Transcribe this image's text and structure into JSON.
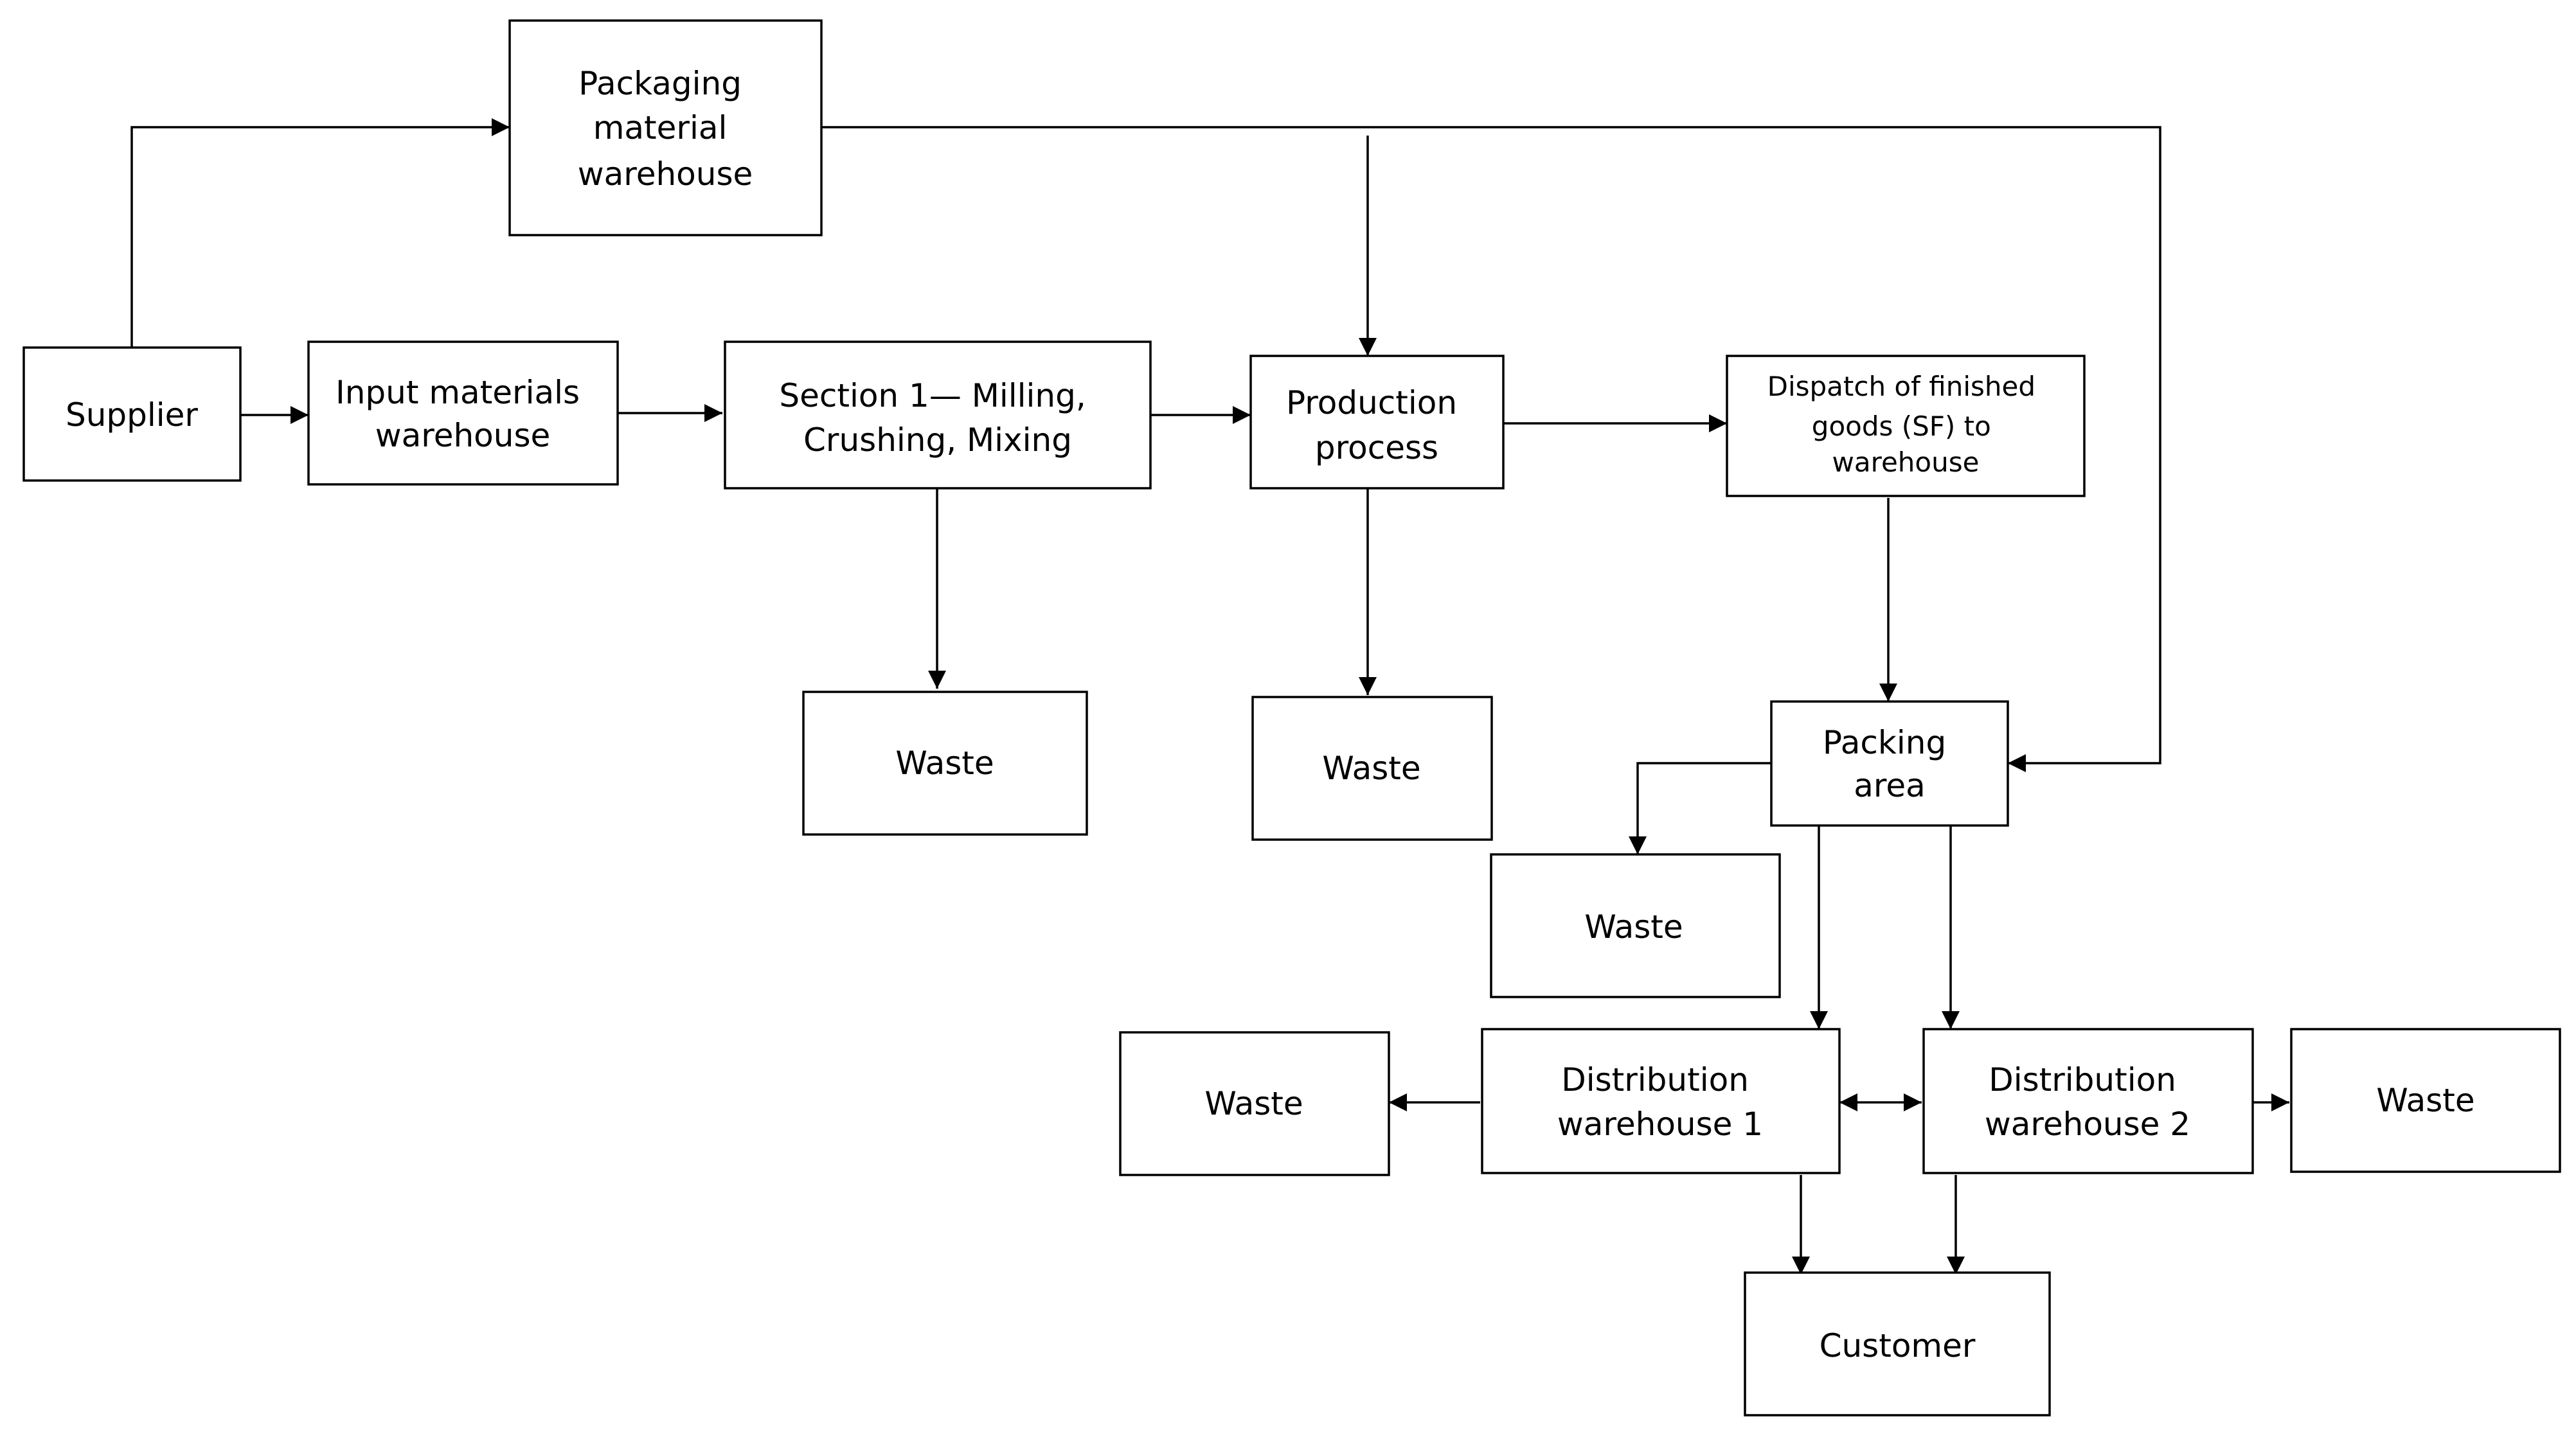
{
  "nodes": {
    "packaging_warehouse": {
      "lines": [
        "Packaging",
        "material",
        "warehouse"
      ]
    },
    "supplier": {
      "lines": [
        "Supplier"
      ]
    },
    "input_warehouse": {
      "lines": [
        "Input materials",
        "warehouse"
      ]
    },
    "section1": {
      "lines": [
        "Section 1— Milling,",
        "Crushing, Mixing"
      ]
    },
    "production": {
      "lines": [
        "Production",
        "process"
      ]
    },
    "dispatch": {
      "lines": [
        "Dispatch of finished",
        "goods (SF) to",
        "warehouse"
      ]
    },
    "waste_section1": {
      "lines": [
        "Waste"
      ]
    },
    "waste_production": {
      "lines": [
        "Waste"
      ]
    },
    "packing_area": {
      "lines": [
        "Packing",
        "area"
      ]
    },
    "waste_packing": {
      "lines": [
        "Waste"
      ]
    },
    "waste_dist1": {
      "lines": [
        "Waste"
      ]
    },
    "dist_warehouse_1": {
      "lines": [
        "Distribution",
        "warehouse 1"
      ]
    },
    "dist_warehouse_2": {
      "lines": [
        "Distribution",
        "warehouse 2"
      ]
    },
    "waste_dist2": {
      "lines": [
        "Waste"
      ]
    },
    "customer": {
      "lines": [
        "Customer"
      ]
    }
  }
}
